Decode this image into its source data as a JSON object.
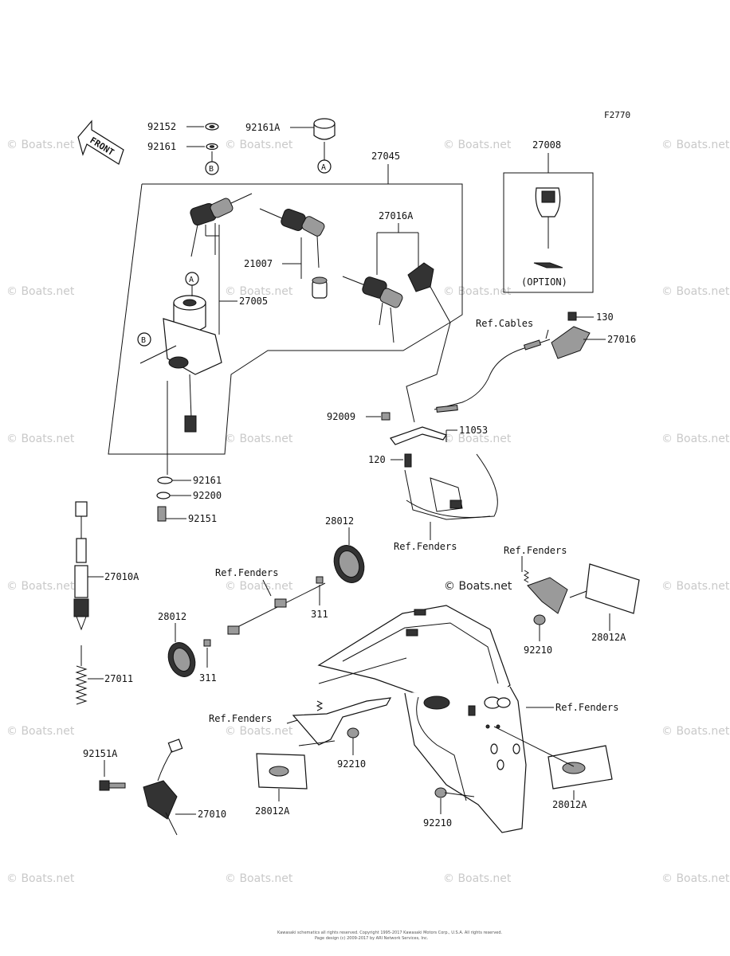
{
  "figure_code": "F2770",
  "front_label": "FRONT",
  "option_label": "(OPTION)",
  "callouts": {
    "a": "A",
    "b": "B"
  },
  "watermark": "© Boats.net",
  "copyright_line1": "Kawasaki schematics all rights reserved. Copyright 1995-2017 Kawasaki Motors Corp., U.S.A. All rights reserved.",
  "copyright_line2": "Page design (c) 2009-2017 by ARI Network Services, Inc.",
  "parts": {
    "p92152": "92152",
    "p92161_top": "92161",
    "p92161A": "92161A",
    "p27045": "27045",
    "p27008": "27008",
    "p27016A": "27016A",
    "p21007": "21007",
    "p27005": "27005",
    "p130": "130",
    "p27016": "27016",
    "p92009": "92009",
    "p11053": "11053",
    "p120": "120",
    "p92161_mid": "92161",
    "p92200": "92200",
    "p92151": "92151",
    "p28012_top": "28012",
    "p27010A": "27010A",
    "p311_right": "311",
    "p28012_left": "28012",
    "p311_left": "311",
    "p27011": "27011",
    "p28012A_right": "28012A",
    "p92210_a": "92210",
    "p92151A": "92151A",
    "p92210_b": "92210",
    "p27010": "27010",
    "p28012A_left": "28012A",
    "p92210_c": "92210",
    "p28012A_bottom": "28012A"
  },
  "refs": {
    "cables": "Ref.Cables",
    "fenders_center": "Ref.Fenders",
    "fenders_upper_right": "Ref.Fenders",
    "fenders_mid_left": "Ref.Fenders",
    "fenders_right": "Ref.Fenders",
    "fenders_low_left": "Ref.Fenders"
  }
}
